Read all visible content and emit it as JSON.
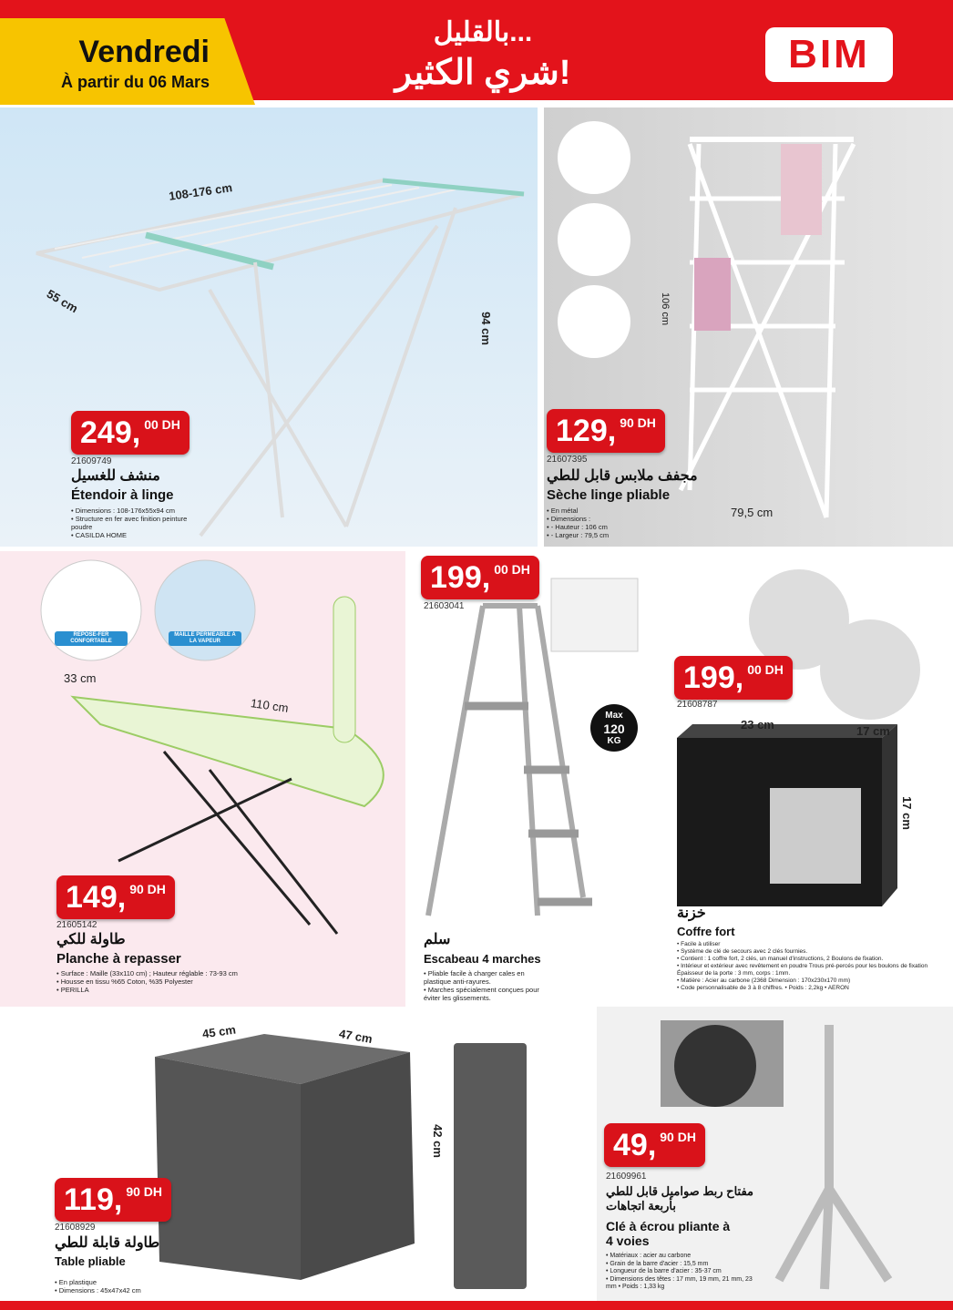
{
  "header": {
    "day": "Vendredi",
    "date": "À partir du 06 Mars",
    "slogan_line1": "بالقليل...",
    "slogan_line2": "شري الكثير!",
    "logo": "BIM"
  },
  "products": [
    {
      "price_int": "249,",
      "price_dec": "00",
      "currency": "DH",
      "code": "21609749",
      "name_ar": "منشف للغسيل",
      "name": "Étendoir à linge",
      "specs": [
        "Dimensions : 108-176x55x94 cm",
        "Structure en fer avec finition peinture poudre",
        "CASILDA HOME"
      ],
      "dims": [
        "108-176 cm",
        "55 cm",
        "94 cm"
      ]
    },
    {
      "price_int": "129,",
      "price_dec": "90",
      "currency": "DH",
      "code": "21607395",
      "name_ar": "مجفف ملابس قابل للطي",
      "name": "Sèche linge pliable",
      "specs": [
        "En métal",
        "Dimensions :",
        "- Hauteur : 106 cm",
        "- Largeur : 79,5 cm"
      ],
      "dims": [
        "106 cm",
        "79,5 cm"
      ]
    },
    {
      "price_int": "149,",
      "price_dec": "90",
      "currency": "DH",
      "code": "21605142",
      "name_ar": "طاولة للكي",
      "name": "Planche à repasser",
      "specs": [
        "Surface : Maille (33x110 cm) ; Hauteur réglable : 73-93 cm",
        "Housse en tissu %65 Coton, %35 Polyester",
        "PERILLA"
      ],
      "dims": [
        "33 cm",
        "110 cm"
      ],
      "badges": [
        "REPOSE-FER CONFORTABLE",
        "MAILLE PERMEABLE A LA VAPEUR"
      ]
    },
    {
      "price_int": "199,",
      "price_dec": "00",
      "currency": "DH",
      "code": "21603041",
      "name_ar": "سلم",
      "name": "Escabeau 4 marches",
      "specs": [
        "Pliable facile à charger cales en plastique anti-rayures.",
        "Marches spécialement conçues pour éviter les glissements."
      ],
      "badge": [
        "Max",
        "120",
        "KG"
      ]
    },
    {
      "price_int": "199,",
      "price_dec": "00",
      "currency": "DH",
      "code": "21608787",
      "name_ar": "خزنة",
      "name": "Coffre fort",
      "specs": [
        "Facile à utiliser",
        "Système de clé de secours avec 2 clés fournies.",
        "Contient : 1 coffre fort, 2 clés, un manuel d'instructions, 2 Boulons de fixation.",
        "Intérieur et extérieur avec revêtement en poudre Trous pré-percés pour les boulons de fixation Épaisseur de la porte : 3 mm, corps : 1mm.",
        "Matière : Acier au carbone (2368 Dimension : 170x230x170 mm)",
        "Code personnalisable de 3 à 8 chiffres. • Poids : 2,2kg • AERON"
      ],
      "dims": [
        "23 cm",
        "17 cm",
        "17 cm"
      ]
    },
    {
      "price_int": "119,",
      "price_dec": "90",
      "currency": "DH",
      "code": "21608929",
      "name_ar": "طاولة قابلة للطي",
      "name": "Table pliable",
      "specs": [
        "En plastique",
        "Dimensions : 45x47x42 cm"
      ],
      "dims": [
        "45 cm",
        "47 cm",
        "42 cm"
      ]
    },
    {
      "price_int": "49,",
      "price_dec": "90",
      "currency": "DH",
      "code": "21609961",
      "name_ar": "مفتاح ربط صواميل قابل للطي بأربعة اتجاهات",
      "name": "Clé à écrou pliante à 4 voies",
      "specs": [
        "Matériaux : acier au carbone",
        "Grain de la barre d'acier : 15,5 mm",
        "Longueur de la barre d'acier : 35-37 cm",
        "Dimensions des têtes : 17 mm, 19 mm, 21 mm, 23 mm • Poids : 1,33 kg"
      ]
    }
  ],
  "colors": {
    "brand_red": "#e3131b",
    "accent_yellow": "#f7c400"
  }
}
